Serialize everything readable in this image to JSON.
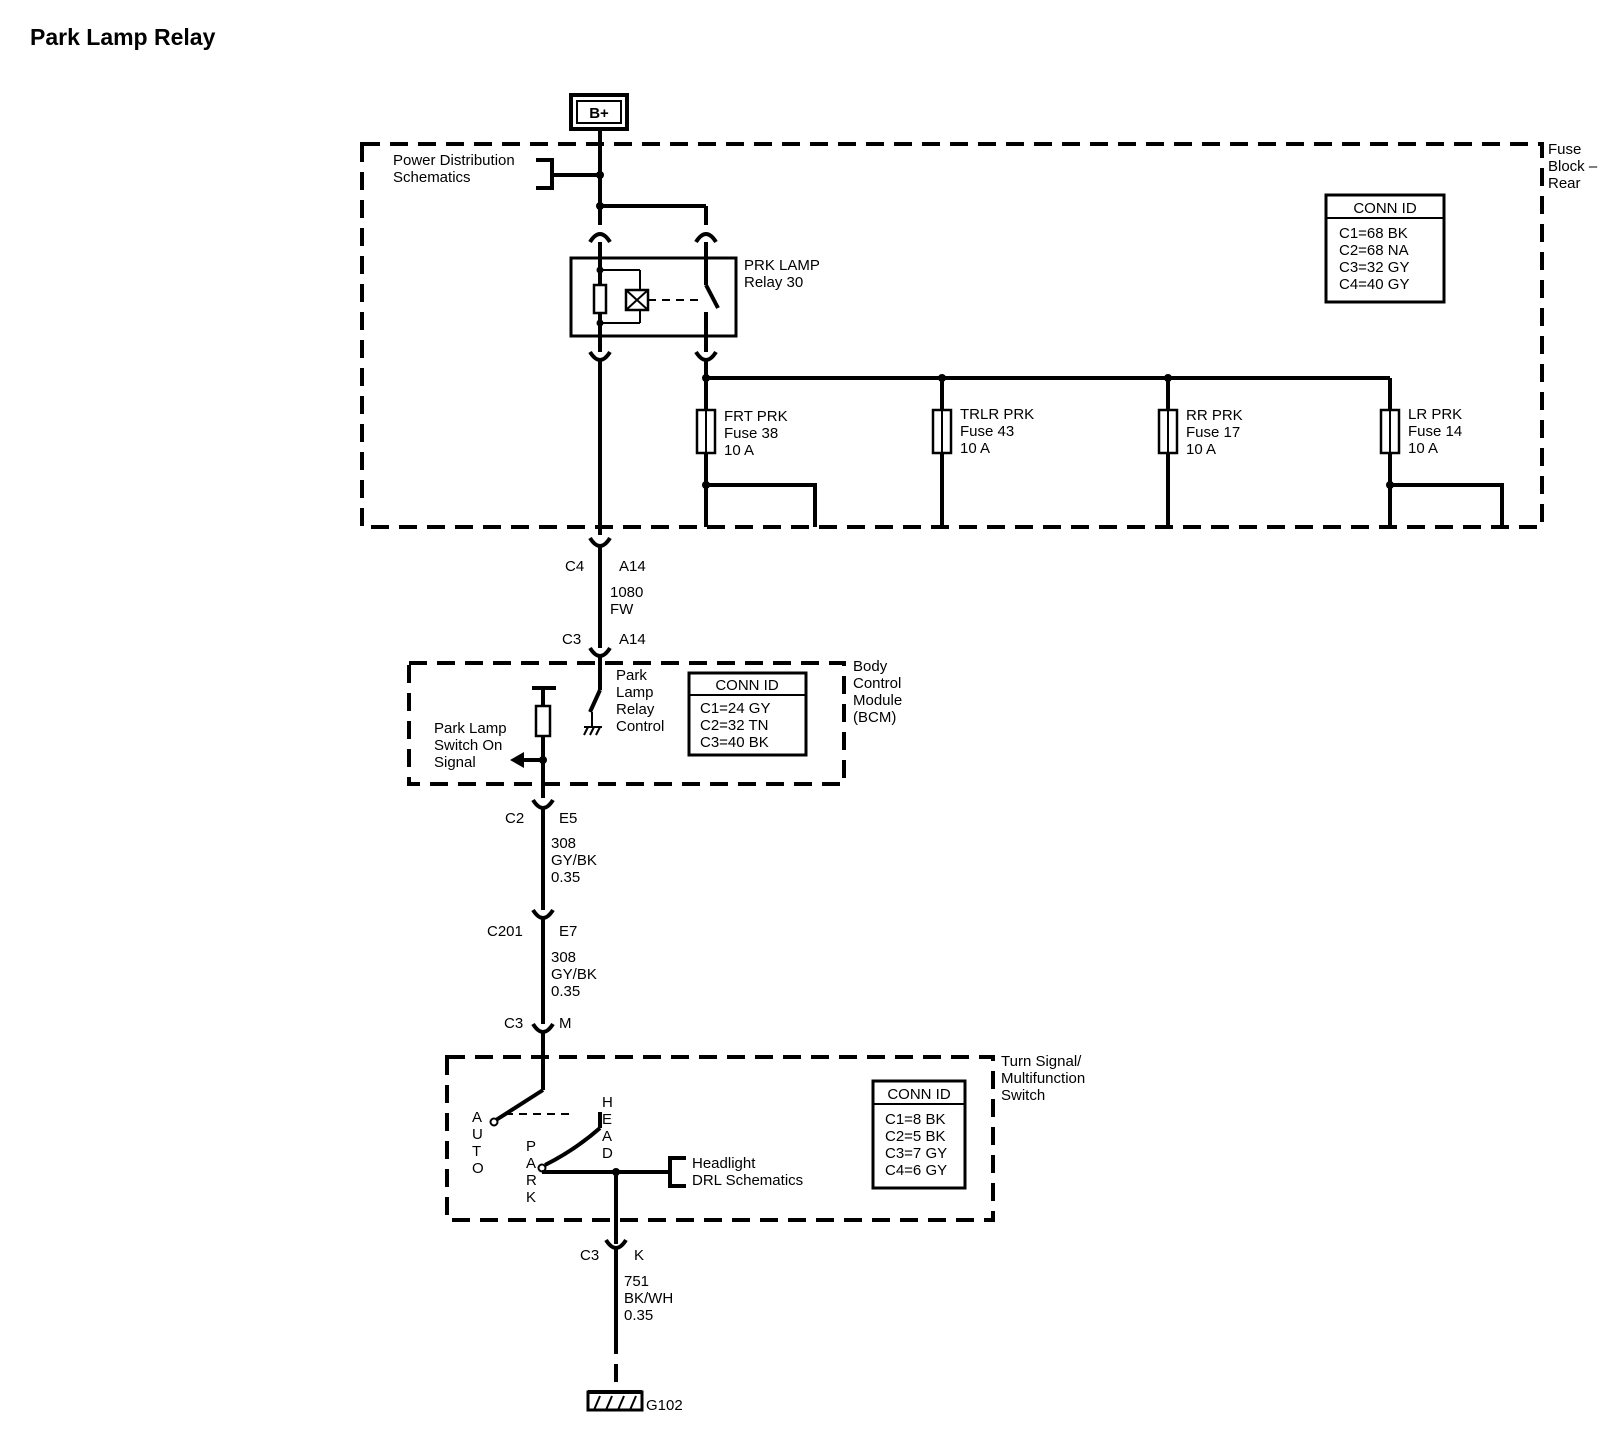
{
  "title": "Park Lamp Relay",
  "power": {
    "label": "B+"
  },
  "fuse_block": {
    "name": [
      "Fuse",
      "Block –",
      "Rear"
    ],
    "power_ref": [
      "Power Distribution",
      "Schematics"
    ],
    "relay": [
      "PRK LAMP",
      "Relay 30"
    ],
    "conn_id": {
      "header": "CONN ID",
      "rows": [
        "C1=68 BK",
        "C2=68 NA",
        "C3=32 GY",
        "C4=40 GY"
      ]
    },
    "fuses": [
      {
        "lines": [
          "FRT PRK",
          "Fuse 38",
          "10 A"
        ]
      },
      {
        "lines": [
          "TRLR PRK",
          "Fuse 43",
          "10 A"
        ]
      },
      {
        "lines": [
          "RR PRK",
          "Fuse 17",
          "10 A"
        ]
      },
      {
        "lines": [
          "LR PRK",
          "Fuse 14",
          "10 A"
        ]
      }
    ]
  },
  "wire1": {
    "top_conn": "C4",
    "top_pin": "A14",
    "lines": [
      "1080",
      "FW"
    ],
    "bottom_conn": "C3",
    "bottom_pin": "A14"
  },
  "bcm": {
    "name": [
      "Body",
      "Control",
      "Module",
      "(BCM)"
    ],
    "control": [
      "Park",
      "Lamp",
      "Relay",
      "Control"
    ],
    "signal": [
      "Park Lamp",
      "Switch On",
      "Signal"
    ],
    "conn_id": {
      "header": "CONN ID",
      "rows": [
        "C1=24 GY",
        "C2=32 TN",
        "C3=40 BK"
      ]
    }
  },
  "wire2": {
    "top_conn": "C2",
    "top_pin": "E5",
    "lines": [
      "308",
      "GY/BK",
      "0.35"
    ],
    "mid_conn": "C201",
    "mid_pin": "E7",
    "lines2": [
      "308",
      "GY/BK",
      "0.35"
    ],
    "bottom_conn": "C3",
    "bottom_pin": "M"
  },
  "switch": {
    "name": [
      "Turn Signal/",
      "Multifunction",
      "Switch"
    ],
    "auto": [
      "A",
      "U",
      "T",
      "O"
    ],
    "head": [
      "H",
      "E",
      "A",
      "D"
    ],
    "park": [
      "P",
      "A",
      "R",
      "K"
    ],
    "headlight_ref": [
      "Headlight",
      "DRL Schematics"
    ],
    "conn_id": {
      "header": "CONN ID",
      "rows": [
        "C1=8 BK",
        "C2=5 BK",
        "C3=7 GY",
        "C4=6 GY"
      ]
    }
  },
  "wire3": {
    "top_conn": "C3",
    "top_pin": "K",
    "lines": [
      "751",
      "BK/WH",
      "0.35"
    ]
  },
  "ground": {
    "label": "G102"
  }
}
